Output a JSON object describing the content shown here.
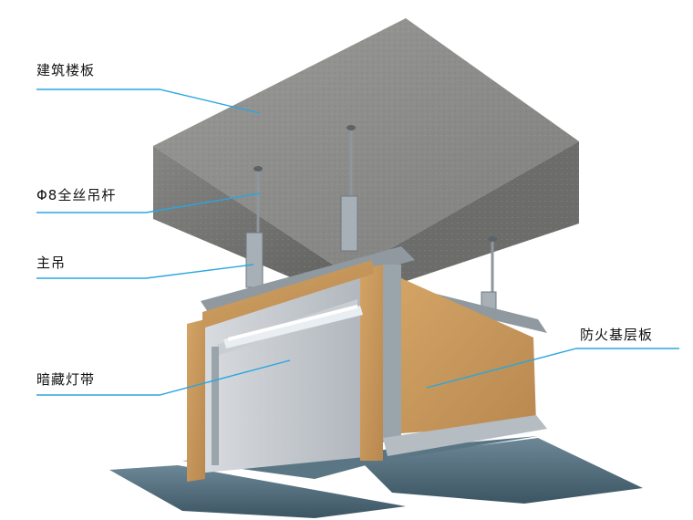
{
  "labels": {
    "building_floor": "建筑楼板",
    "hanger_rod": "Φ8全丝吊杆",
    "main_hanger": "主吊",
    "hidden_light_strip": "暗藏灯带",
    "fire_base_board": "防火基层板"
  },
  "colors": {
    "leader_line": "#2aa6df",
    "concrete": "#7d7d7d",
    "wood_board": "#c99a5e",
    "metal": "#9aa4ab",
    "ceiling_panel": "#4d6a7a"
  }
}
